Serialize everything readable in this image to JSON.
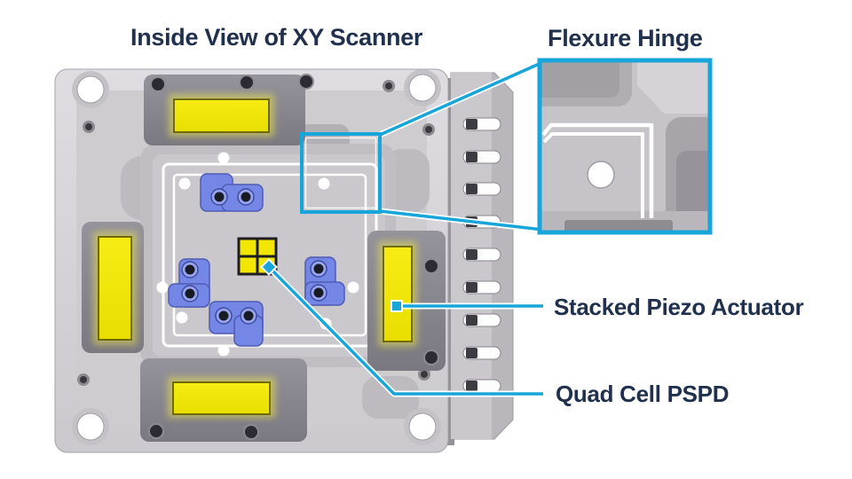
{
  "labels": {
    "title": "Inside View of XY Scanner",
    "flexure_hinge": "Flexure Hinge",
    "stacked_piezo_actuator": "Stacked Piezo Actuator",
    "quad_cell_pspd": "Quad Cell PSPD"
  },
  "colors": {
    "label_text": "#20304d",
    "callout_accent": "#18a6da",
    "piezo_yellow": "#f2e602",
    "clamp_blue": "#7487e6",
    "body_gray": "#cecccf",
    "background": "#ffffff"
  },
  "scene": {
    "piezo_actuator_count": 4,
    "clamp_count": 4,
    "side_wall_slot_count": 9,
    "quad_cell_segments": 4
  }
}
